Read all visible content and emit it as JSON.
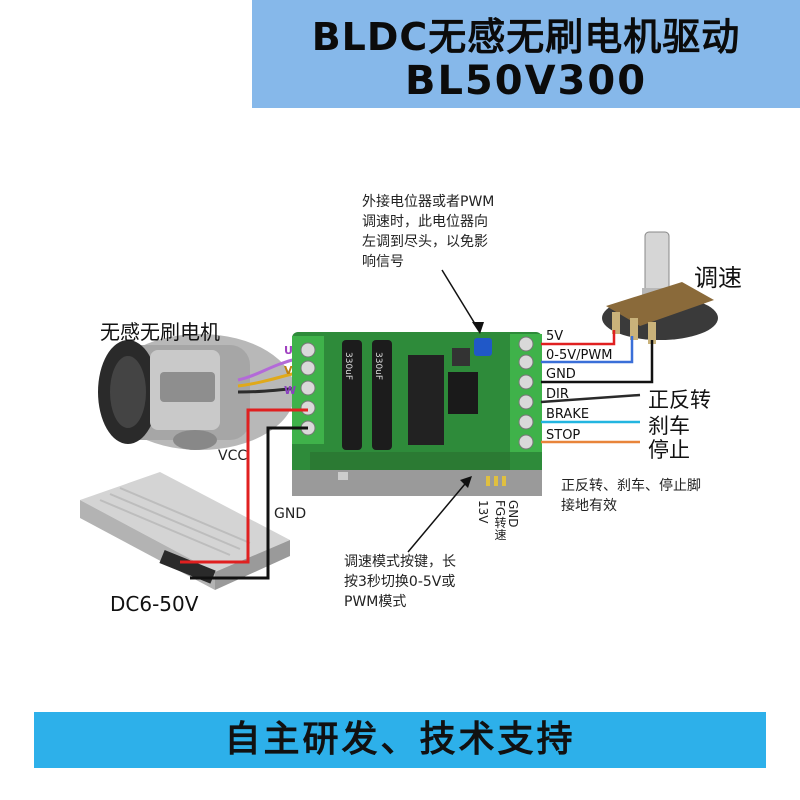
{
  "title": {
    "line1": "BLDC无感无刷电机驱动",
    "line2": "BL50V300"
  },
  "motor_label": "无感无刷电机",
  "motor_phases": [
    "U",
    "V",
    "W"
  ],
  "pot_label": "调速",
  "pot_note": [
    "外接电位器或者PWM",
    "调速时，此电位器向",
    "左调到尽头，以免影",
    "响信号"
  ],
  "pins": [
    "5V",
    "0-5V/PWM",
    "GND",
    "DIR",
    "BRAKE",
    "STOP"
  ],
  "functions": [
    "正反转",
    "刹车",
    "停止"
  ],
  "ground_note": [
    "正反转、刹车、停止脚",
    "接地有效"
  ],
  "vcc_label": "VCC",
  "gnd_label": "GND",
  "supply_label": "DC6-50V",
  "button_note": [
    "调速模式按键，长",
    "按3秒切换0-5V或",
    "PWM模式"
  ],
  "bottom_pins": [
    "13V",
    "FG转速",
    "GND"
  ],
  "board_marks": [
    "330uF",
    "330uF"
  ],
  "slogan": "自主研发、技术支持",
  "colors": {
    "banner_top": "#86b8ea",
    "banner_bottom": "#2db0ea",
    "wire_red": "#e02020",
    "wire_black": "#111111",
    "wire_blue": "#3a6fd8",
    "wire_cyan": "#22b5e0",
    "wire_orange": "#e8843a",
    "board_green": "#2e8b3a"
  }
}
